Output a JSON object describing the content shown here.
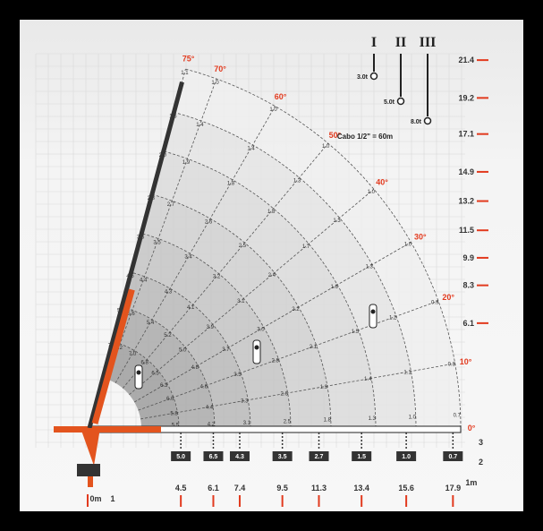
{
  "chart_data": {
    "type": "load_chart",
    "angles_deg": [
      75,
      70,
      60,
      50,
      40,
      30,
      20,
      10,
      0
    ],
    "angle_labels": [
      "75°",
      "70°",
      "60°",
      "50°",
      "40°",
      "30°",
      "20°",
      "10°",
      "0°"
    ],
    "height_labels": [
      "21.4",
      "19.2",
      "17.1",
      "14.9",
      "13.2",
      "11.5",
      "9.9",
      "8.3",
      "6.1"
    ],
    "height_values": [
      21.4,
      19.2,
      17.1,
      14.9,
      13.2,
      11.5,
      9.9,
      8.3,
      6.1
    ],
    "reach_labels": [
      "4.5",
      "6.1",
      "7.4",
      "9.5",
      "11.3",
      "13.4",
      "15.6",
      "17.9"
    ],
    "reach_values": [
      4.5,
      6.1,
      7.4,
      9.5,
      11.3,
      13.4,
      15.6,
      17.9
    ],
    "reach_unit": "m",
    "extension_loads": [
      "5.0",
      "6.5",
      "4.3",
      "3.5",
      "2.7",
      "1.5",
      "1.0",
      "0.7"
    ],
    "capacity_grid": [
      [
        "1.1",
        "1.0",
        "1.0",
        "1.0",
        "1.0",
        "1.0",
        "0.9",
        "0.8",
        "0.7"
      ],
      [
        "1.5",
        "1.4",
        "1.4",
        "1.3",
        "1.3",
        "1.3",
        "1.2",
        "1.1",
        "1.0"
      ],
      [
        "2.0",
        "1.9",
        "1.8",
        "1.8",
        "1.7",
        "1.6",
        "1.5",
        "1.4",
        "1.3"
      ],
      [
        "2.8",
        "2.7",
        "2.6",
        "2.5",
        "2.4",
        "2.2",
        "2.1",
        "1.9",
        "1.8"
      ],
      [
        "3.6",
        "3.5",
        "3.4",
        "3.2",
        "3.1",
        "3.0",
        "2.8",
        "2.6",
        "2.5"
      ],
      [
        "4.5",
        "4.4",
        "4.3",
        "4.1",
        "3.9",
        "3.7",
        "3.5",
        "3.3",
        "3.1"
      ],
      [
        "5.8",
        "5.6",
        "5.4",
        "5.2",
        "5.0",
        "4.8",
        "4.6",
        "4.4",
        "4.2"
      ],
      [
        "7.5",
        "7.2",
        "7.0",
        "6.8",
        "6.5",
        "6.3",
        "6.0",
        "5.8",
        "5.5"
      ]
    ],
    "ground_labels": [
      "0m",
      "1"
    ],
    "boom_position_labels": [
      "3",
      "2",
      "1m"
    ],
    "hook_config_labels": [
      "I",
      "II",
      "III"
    ],
    "hook_capacity_labels": [
      "3.0t",
      "5.0t",
      "8.0t"
    ],
    "cable_note": "Cabo 1/2\" = 60m"
  },
  "colors": {
    "frame_bg": "#f2f2f2",
    "outer_bg": "#000000",
    "boom_orange": "#e3541e",
    "angle_red": "#e23a1e",
    "grid": "#c8c8c8",
    "dark": "#333333"
  }
}
